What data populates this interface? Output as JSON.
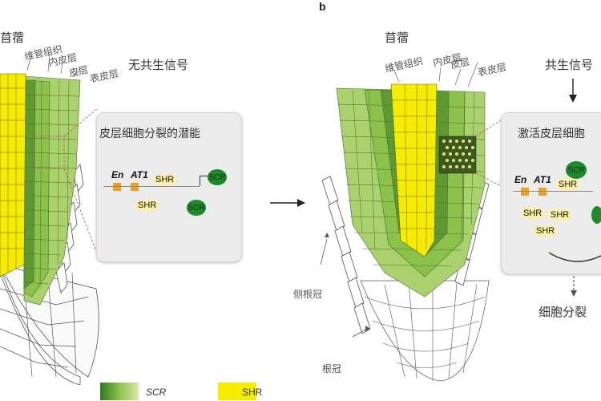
{
  "panel_label": "b",
  "left": {
    "section_title": "苜蓿",
    "layer_labels": [
      "维管组织",
      "内皮层",
      "皮层",
      "表皮层"
    ],
    "signal_text": "无共生信号",
    "box_title": "皮层细胞分裂的潜能",
    "genes": [
      "En",
      "AT1"
    ],
    "proteins": [
      "SHR",
      "SHR",
      "SCR",
      "SCR"
    ]
  },
  "right": {
    "section_title": "苜蓿",
    "layer_labels": [
      "维管组织",
      "内皮层",
      "皮层",
      "表皮层"
    ],
    "signal_text": "共生信号",
    "box_title": "激活皮层细胞",
    "genes": [
      "En",
      "AT1"
    ],
    "proteins": [
      "SCR",
      "SHR",
      "SHR",
      "SHR",
      "SHR"
    ],
    "cap_labels": [
      "侧根冠",
      "根冠"
    ],
    "outcome_text": "细胞分裂"
  },
  "legend": [
    {
      "label": "SCR",
      "color": "#3a8a2a"
    },
    {
      "label": "SHR",
      "color": "#f6ec00"
    }
  ],
  "colors": {
    "green_light": "#b6d77e",
    "green_mid": "#8cc24b",
    "green_dark": "#4f8d2b",
    "yellow": "#f6ec00",
    "box_line": "#c94c4c"
  }
}
